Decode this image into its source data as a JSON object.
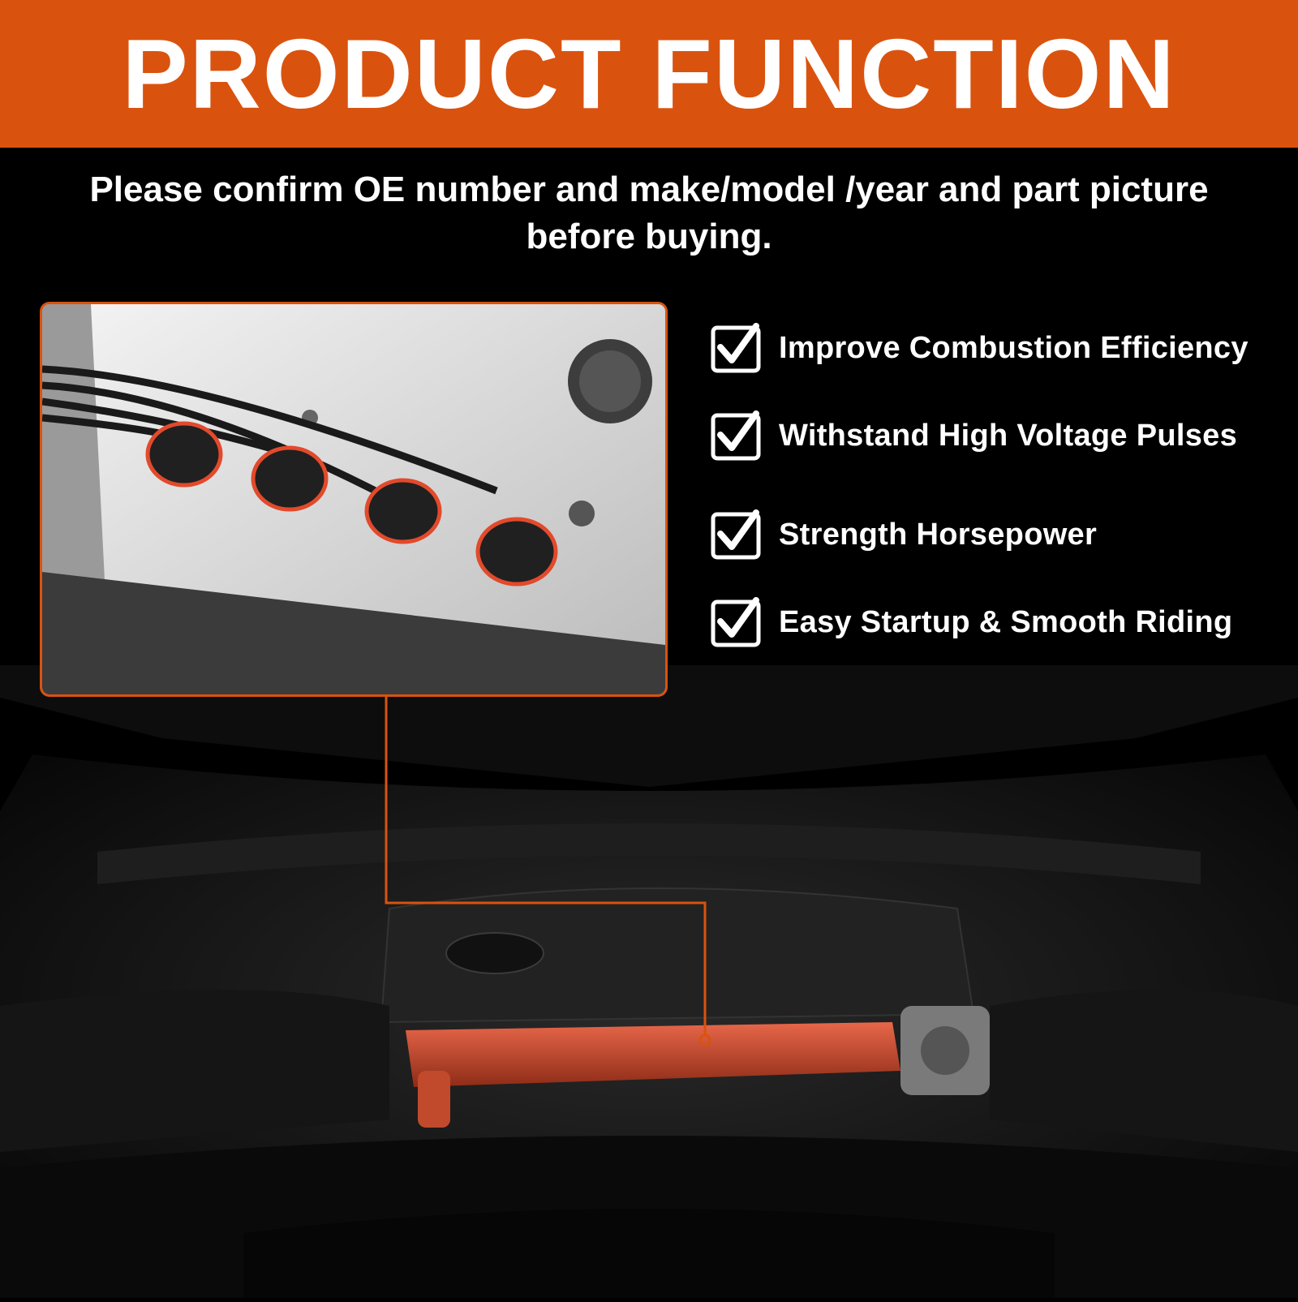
{
  "banner": {
    "title": "PRODUCT FUNCTION"
  },
  "notice": {
    "text": "Please confirm OE number and make/model /year and part picture before buying."
  },
  "features": [
    {
      "label": "Improve Combustion Efficiency",
      "icon": "checkbox-checked-icon"
    },
    {
      "label": "Withstand High Voltage Pulses",
      "icon": "checkbox-checked-icon"
    },
    {
      "label": "Strength Horsepower",
      "icon": "checkbox-checked-icon"
    },
    {
      "label": "Easy Startup & Smooth Riding",
      "icon": "checkbox-checked-icon"
    }
  ],
  "colors": {
    "accent": "#d9530f",
    "background": "#000000",
    "text": "#ffffff"
  }
}
